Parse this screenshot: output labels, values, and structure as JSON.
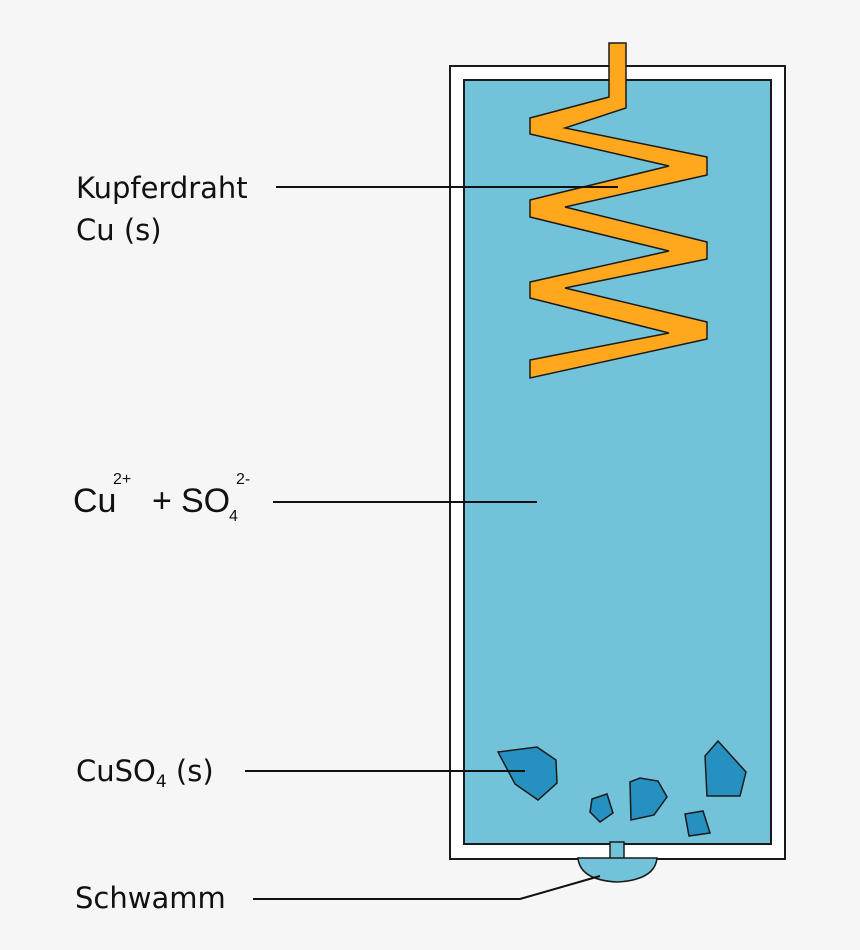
{
  "labels": {
    "copper_wire_line1": "Kupferdraht",
    "copper_wire_line2": "Cu (s)",
    "ions_cu": "Cu",
    "ions_cu_charge": "2+",
    "ions_plus": "+",
    "ions_so": "SO",
    "ions_so_index": "4",
    "ions_so_charge": "2-",
    "crystals_main": "CuSO",
    "crystals_index": "4",
    "crystals_state": " (s)",
    "sponge": "Schwamm"
  },
  "colors": {
    "background": "#f6f6f6",
    "solution": "#72c3da",
    "container_border": "#1a1a1a",
    "copper_wire": "#ffa81d",
    "crystals": "#2690c0",
    "leader_line": "#111111"
  }
}
